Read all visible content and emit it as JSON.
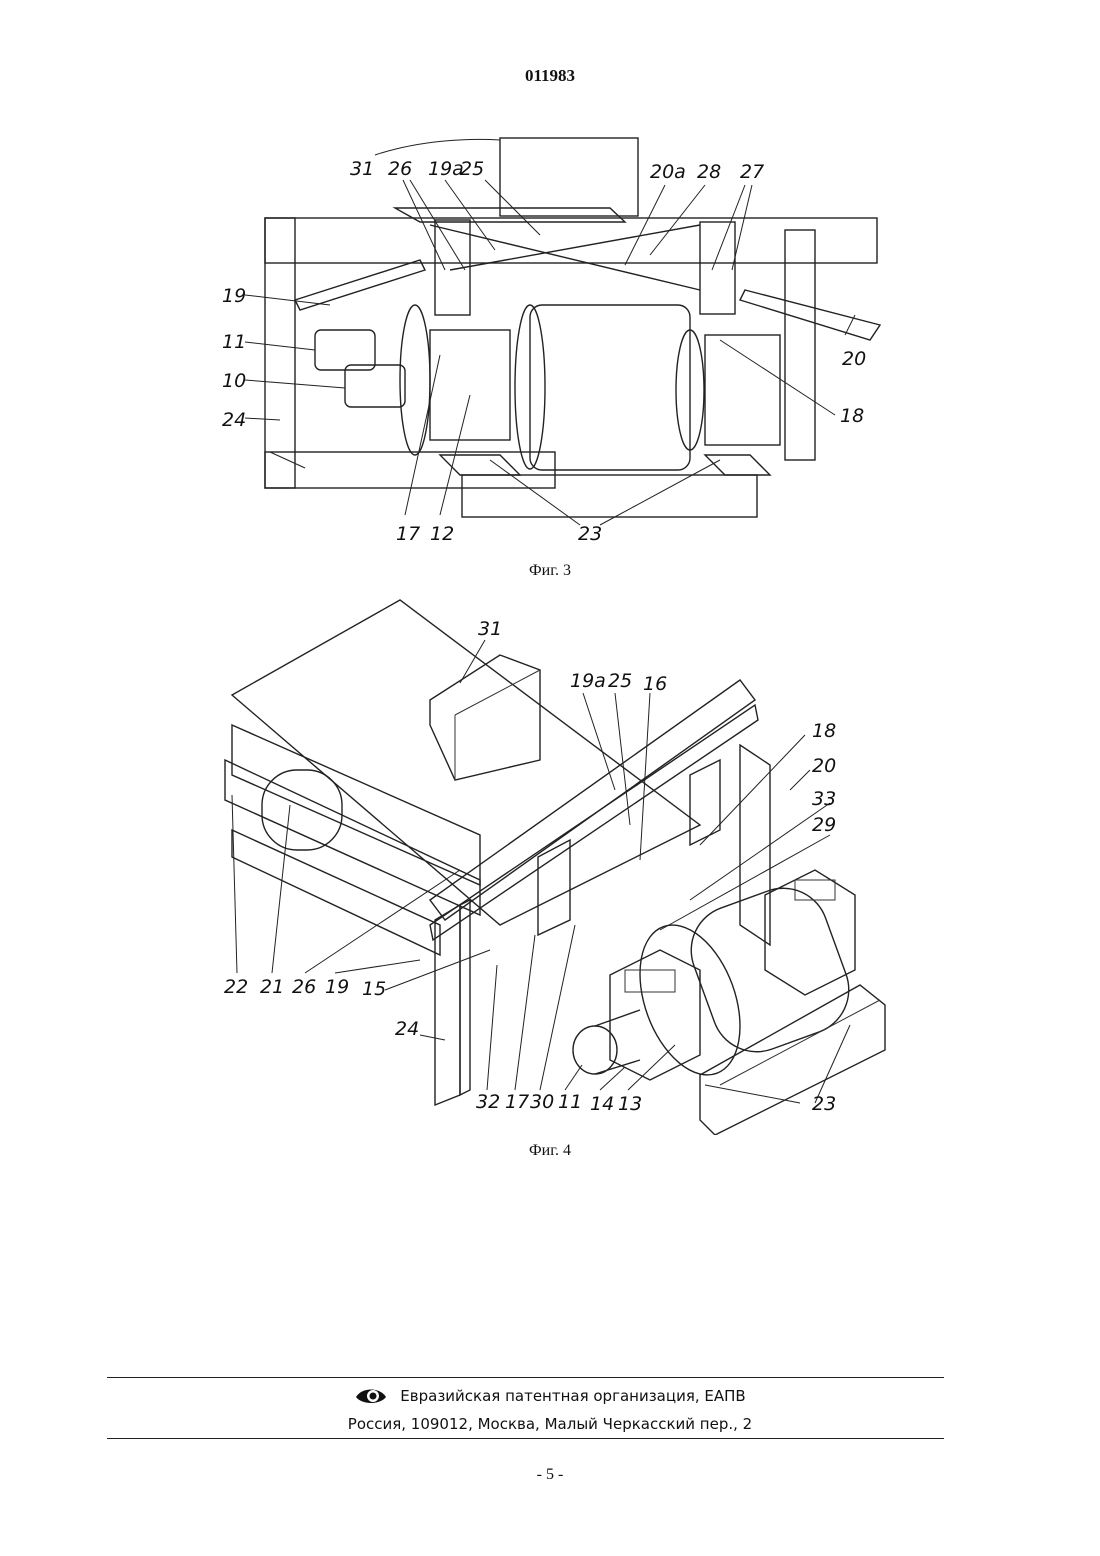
{
  "header": {
    "doc_number": "011983"
  },
  "figures": [
    {
      "caption": "Фиг. 3",
      "labels": [
        "31",
        "26",
        "19a",
        "25",
        "20a",
        "28",
        "27",
        "19",
        "11",
        "10",
        "24",
        "20",
        "18",
        "17",
        "12",
        "23"
      ]
    },
    {
      "caption": "Фиг. 4",
      "labels": [
        "31",
        "19a",
        "25",
        "16",
        "18",
        "20",
        "33",
        "29",
        "22",
        "21",
        "26",
        "19",
        "15",
        "24",
        "32",
        "17",
        "30",
        "11",
        "14",
        "13",
        "23"
      ]
    }
  ],
  "footer": {
    "organization": "Евразийская патентная организация, ЕАПВ",
    "address": "Россия, 109012, Москва, Малый Черкасский пер., 2",
    "logo_icon": "eye-logo-icon"
  },
  "page_number": "- 5 -"
}
